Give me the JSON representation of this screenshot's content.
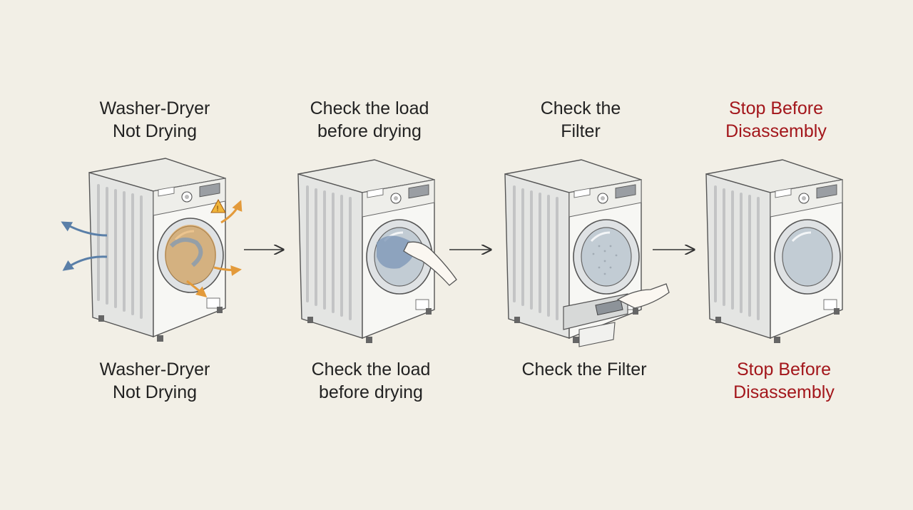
{
  "steps": [
    {
      "top_lines": [
        "Washer-Dryer",
        "Not Drying"
      ],
      "bottom_lines": [
        "Washer-Dryer",
        "Not Drying"
      ],
      "emphasis": "normal",
      "illustration": "washer-airflow-problem"
    },
    {
      "top_lines": [
        "Check the load",
        "before drying"
      ],
      "bottom_lines": [
        "Check the load",
        "before drying"
      ],
      "emphasis": "normal",
      "illustration": "washer-hand-in-drum"
    },
    {
      "top_lines": [
        "Check the",
        "Filter"
      ],
      "bottom_lines": [
        "Check the Filter"
      ],
      "emphasis": "normal",
      "illustration": "washer-filter-removal"
    },
    {
      "top_lines": [
        "Stop Before",
        "Disassembly"
      ],
      "bottom_lines": [
        "Stop Before",
        "Disassembly"
      ],
      "emphasis": "warning",
      "illustration": "washer-closed"
    }
  ],
  "colors": {
    "background": "#f2efe6",
    "text": "#222222",
    "warning_text": "#a3161b",
    "hot_air": "#e39a3a",
    "air_flow": "#5a7fa8",
    "arrow": "#333333"
  }
}
